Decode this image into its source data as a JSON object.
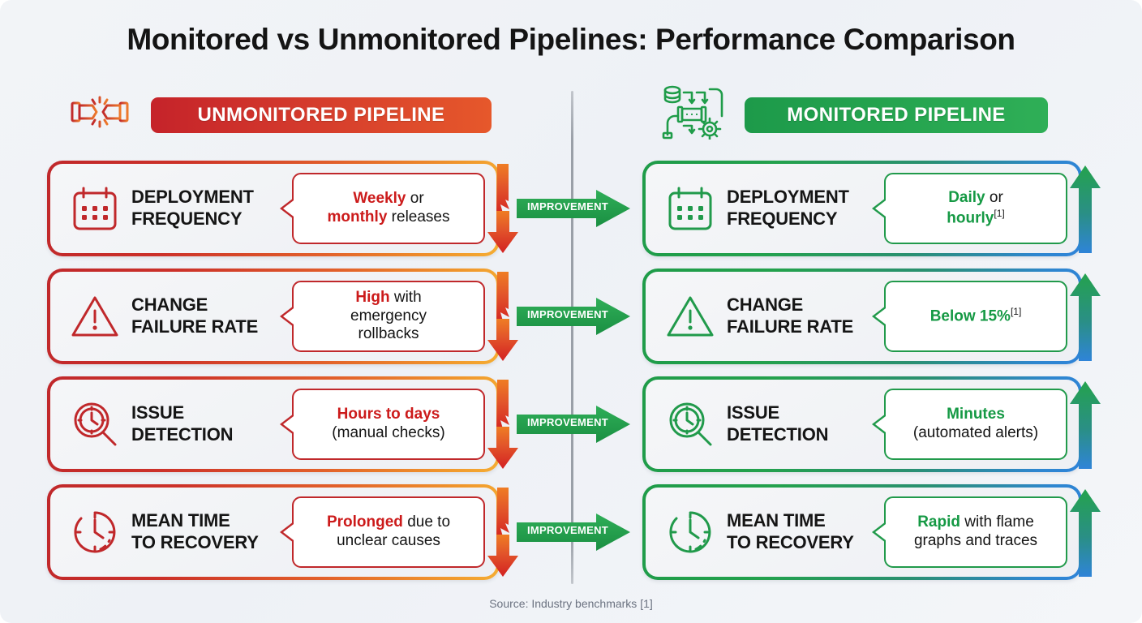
{
  "title": "Monitored vs Unmonitored Pipelines: Performance Comparison",
  "footer": {
    "source": "Source: Industry benchmarks [1]"
  },
  "headers": {
    "left": {
      "badge_label": "UNMONITORED PIPELINE",
      "icon": "broken-pipe-icon"
    },
    "right": {
      "badge_label": "MONITORED PIPELINE",
      "icon": "monitored-pipeline-icon"
    }
  },
  "improvement_label": "IMPROVEMENT",
  "colors": {
    "red": "#C0282B",
    "orange": "#F5AD33",
    "green": "#219A4B",
    "blue": "#2F84D8",
    "bad_text": "#CC1B1B",
    "good_text": "#159944",
    "background": "#EEF1F6",
    "divider": "#9AA0A8"
  },
  "rows": [
    {
      "metric": "DEPLOYMENT\nFREQUENCY",
      "icon": "calendar-icon",
      "left": {
        "emphasis": "Weekly",
        "rest": " or",
        "line2_emphasis": "monthly",
        "line2_rest": " releases",
        "ref": ""
      },
      "right": {
        "emphasis": "Daily",
        "rest": " or",
        "line2_emphasis": "hourly",
        "line2_rest": "",
        "ref": "[1]"
      }
    },
    {
      "metric": "CHANGE\nFAILURE RATE",
      "icon": "warning-triangle-icon",
      "left": {
        "emphasis": "High",
        "rest": " with",
        "line2_emphasis": "",
        "line2_rest": "emergency",
        "line3_rest": "rollbacks",
        "ref": ""
      },
      "right": {
        "emphasis": "Below 15%",
        "rest": "",
        "line2_emphasis": "",
        "line2_rest": "",
        "ref": "[1]"
      }
    },
    {
      "metric": "ISSUE\nDETECTION",
      "icon": "magnifier-clock-icon",
      "left": {
        "emphasis": "Hours to days",
        "rest": "",
        "line2_emphasis": "",
        "line2_rest": "(manual checks)",
        "ref": ""
      },
      "right": {
        "emphasis": "Minutes",
        "rest": "",
        "line2_emphasis": "",
        "line2_rest": "(automated alerts)",
        "ref": ""
      }
    },
    {
      "metric": "MEAN TIME\nTO RECOVERY",
      "icon": "clock-icon",
      "left": {
        "emphasis": "Prolonged",
        "rest": " due to",
        "line2_emphasis": "",
        "line2_rest": "unclear causes",
        "ref": ""
      },
      "right": {
        "emphasis": "Rapid",
        "rest": " with flame",
        "line2_emphasis": "",
        "line2_rest": "graphs and traces",
        "ref": ""
      }
    }
  ]
}
